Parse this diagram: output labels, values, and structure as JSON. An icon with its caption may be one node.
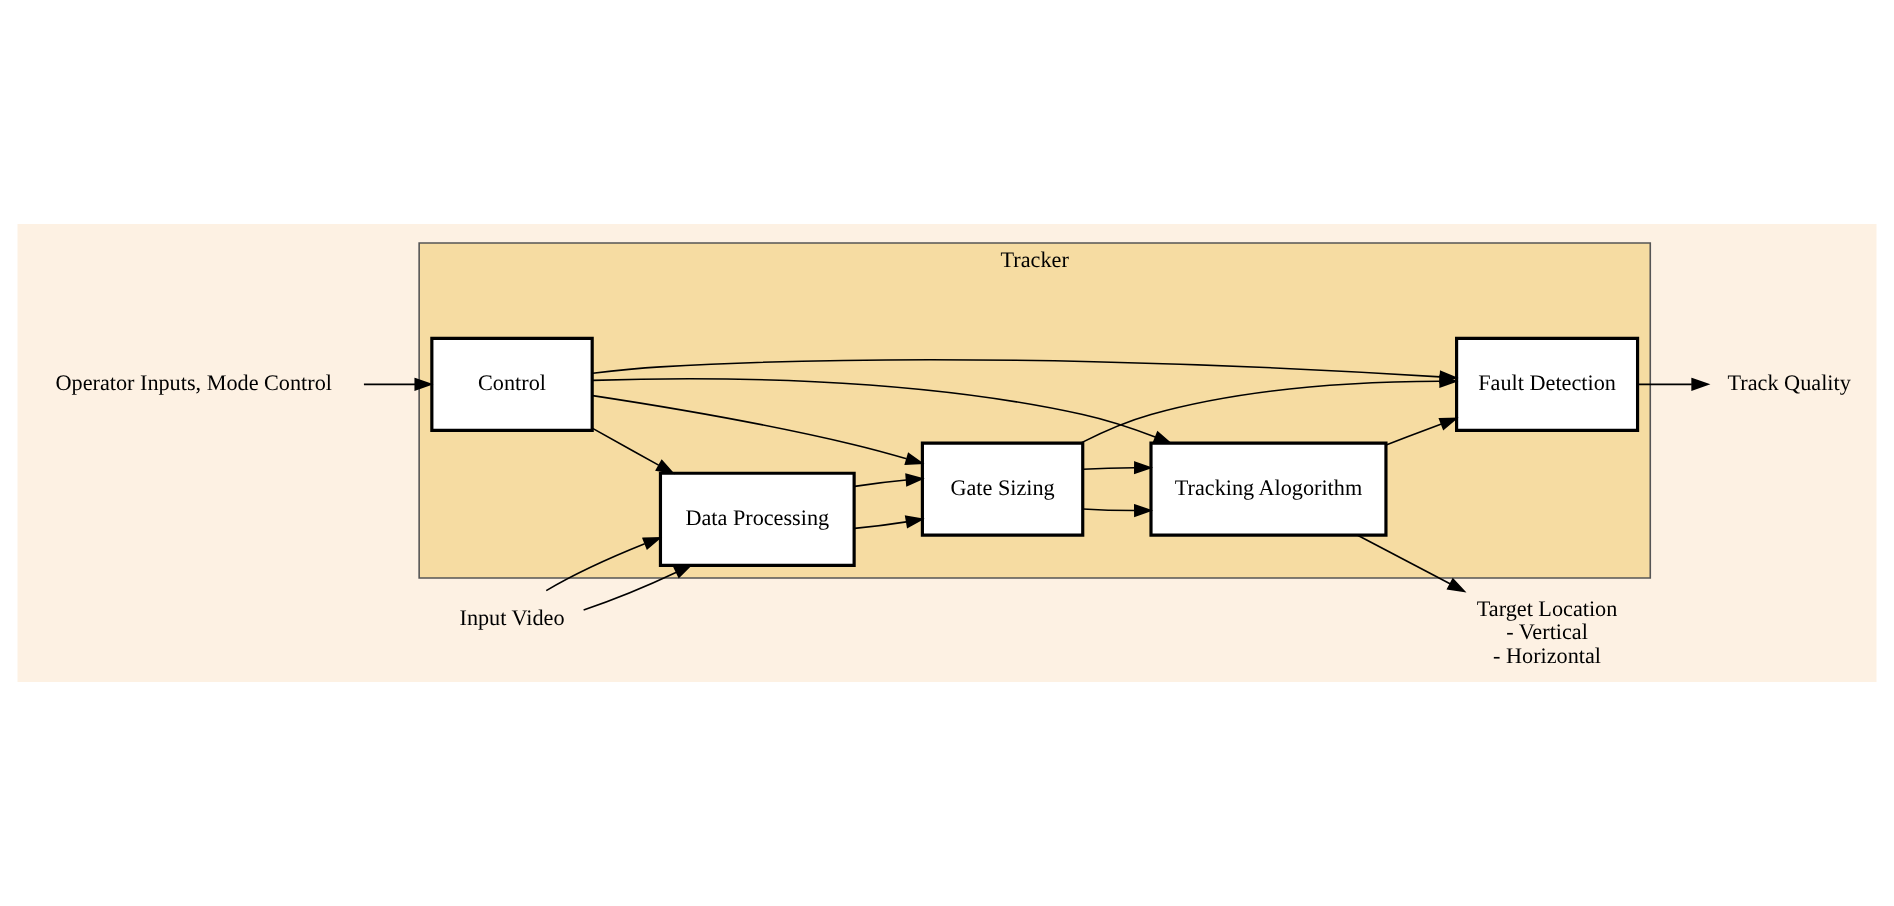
{
  "diagram": {
    "nodes": [
      {
        "text": [
          "Tracker"
        ]
      },
      {
        "text": [
          "Data Processing"
        ],
        "in": 0
      },
      {
        "text": [
          "Gate Sizing"
        ],
        "in": 0
      },
      {
        "text": [
          "Tracking Alogorithm"
        ],
        "in": 0
      },
      {
        "text": [
          "Control"
        ],
        "in": 0
      },
      {
        "text": [
          "Fault Detection"
        ],
        "in": 0
      },
      {
        "text": [
          "Input Video"
        ]
      },
      {
        "text": [
          "Operator Inputs, Mode Control"
        ]
      },
      {
        "text": [
          "Target Location",
          "- Vertical",
          "- Horizontal"
        ]
      },
      {
        "text": [
          "Track Quality"
        ]
      }
    ],
    "edges": [
      {
        "from": 6,
        "to": 1,
        "arrow": "to"
      },
      {
        "from": 6,
        "to": 1,
        "arrow": "to"
      },
      {
        "from": 1,
        "to": 2,
        "arrow": "to"
      },
      {
        "from": 1,
        "to": 2,
        "arrow": "to"
      },
      {
        "from": 2,
        "to": 3,
        "arrow": "to"
      },
      {
        "from": 2,
        "to": 3,
        "arrow": "to"
      },
      {
        "from": 3,
        "to": 8,
        "arrow": "to"
      },
      {
        "from": 4,
        "to": 1,
        "arrow": "to"
      },
      {
        "from": 4,
        "to": 2,
        "arrow": "to"
      },
      {
        "from": 4,
        "to": 3,
        "arrow": "to"
      },
      {
        "from": 2,
        "to": 5,
        "arrow": "to"
      },
      {
        "from": 3,
        "to": 5,
        "arrow": "to"
      },
      {
        "from": 7,
        "to": 4,
        "arrow": "to"
      },
      {
        "from": 4,
        "to": 5,
        "arrow": "to"
      },
      {
        "from": 5,
        "to": 9,
        "arrow": "to"
      }
    ]
  }
}
